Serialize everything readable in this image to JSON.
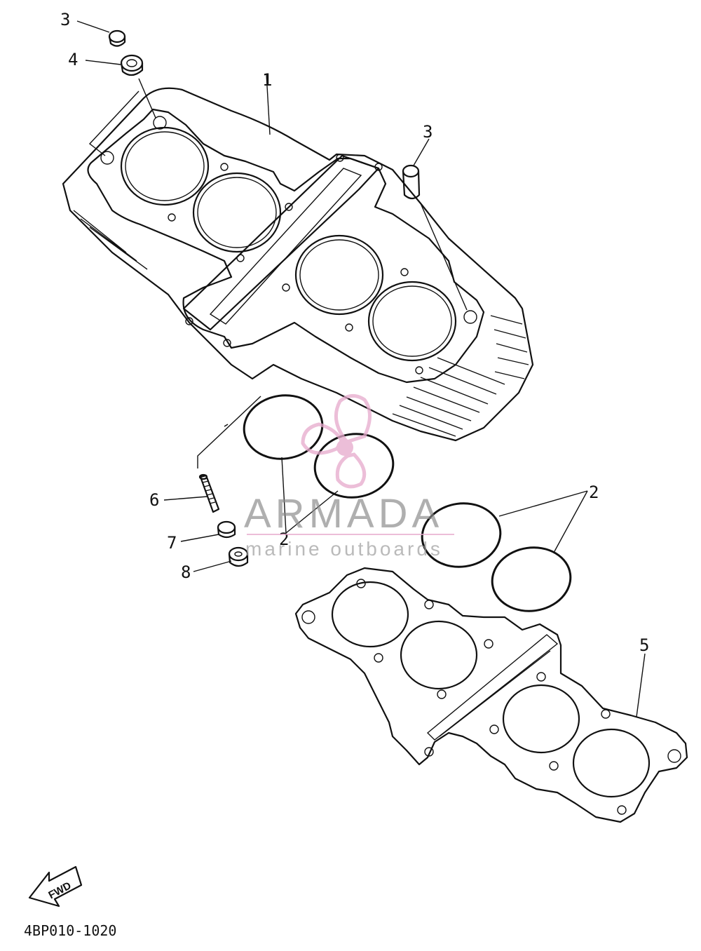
{
  "diagram": {
    "callouts": {
      "c3a": "3",
      "c4": "4",
      "c1": "1",
      "c3b": "3",
      "c6": "6",
      "c7": "7",
      "c8": "8",
      "c2a": "2",
      "c2b": "2",
      "c5": "5"
    },
    "watermark": {
      "title": "ARMADA",
      "subtitle": "marine outboards",
      "accent_color": "#e6a9cc"
    },
    "fwd_label": "FWD",
    "reference_code": "4BP010-1020"
  }
}
